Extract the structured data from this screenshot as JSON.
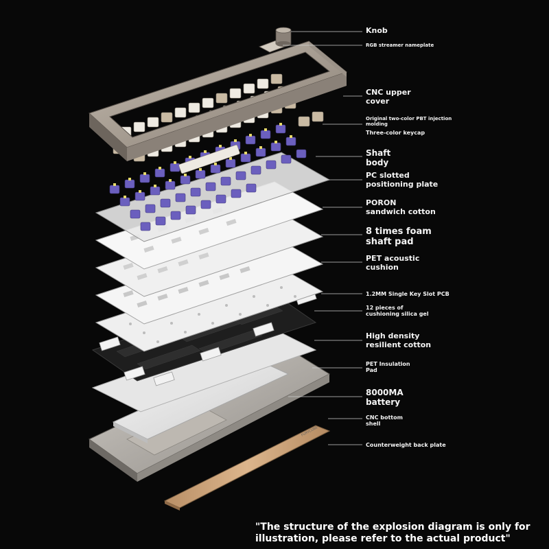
{
  "labels": {
    "knob": [
      "Knob"
    ],
    "nameplate": [
      "RGB streamer nameplate"
    ],
    "cover": [
      "CNC upper",
      "cover"
    ],
    "keycap_note": [
      "Original two-color PBT injection",
      "molding"
    ],
    "keycap": [
      "Three-color keycap"
    ],
    "shaft": [
      "Shaft",
      "body"
    ],
    "positioning_plate": [
      "PC slotted",
      "positioning plate"
    ],
    "poron": [
      "PORON",
      "sandwich cotton"
    ],
    "foam": [
      "8 times foam",
      "shaft pad"
    ],
    "pet_acoustic": [
      "PET acoustic",
      "cushion"
    ],
    "pcb": [
      "1.2MM Single Key Slot PCB"
    ],
    "silica": [
      "12 pieces of",
      "cushioning silica gel"
    ],
    "resilient": [
      "High density",
      "resilient cotton"
    ],
    "pet_insulation": [
      "PET Insulation",
      "Pad"
    ],
    "battery": [
      "8000MA",
      "battery"
    ],
    "bottom_shell": [
      "CNC bottom",
      "shell"
    ],
    "back_plate": [
      "Counterweight back plate"
    ]
  },
  "brand_mark": "FURYCUBE",
  "disclaimer": [
    "\"The structure of the explosion diagram is only for",
    "illustration, please refer to the actual product\""
  ],
  "colors": {
    "background": "#080808",
    "frame": "#a89e92",
    "keycap_white": "#eeeae2",
    "keycap_beige": "#c9baa3",
    "switch_purple": "#6b5fbe",
    "foam_white": "#f2f2f2",
    "pcb_dark": "#1e1e1e",
    "back_plate_gold": "#c9a27a",
    "label_text": "#f4f4f4",
    "leader_line": "#cfcfcf"
  }
}
